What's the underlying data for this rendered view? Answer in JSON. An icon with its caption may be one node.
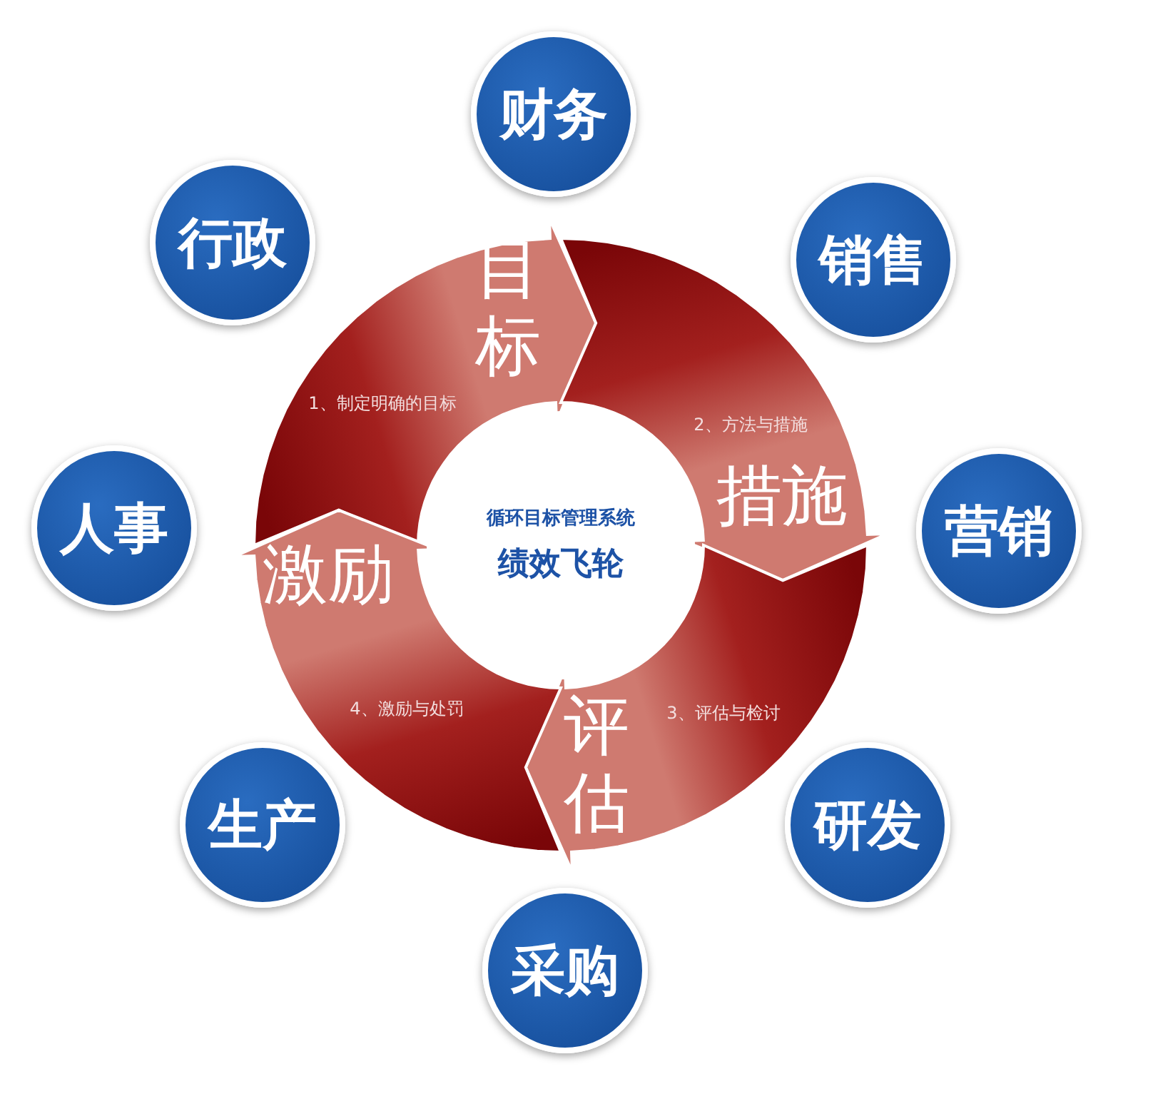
{
  "diagram": {
    "nodes": [
      {
        "text": [
          "循环目标管理系统",
          "绩效飞轮"
        ]
      },
      {
        "text": [
          "目标",
          "1、制定明确的目标"
        ]
      },
      {
        "text": [
          "2、方法与措施",
          "措施"
        ]
      },
      {
        "text": [
          "评估",
          "3、评估与检讨"
        ]
      },
      {
        "text": [
          "激励",
          "4、激励与处罚"
        ]
      },
      {
        "text": [
          "财务"
        ]
      },
      {
        "text": [
          "销售"
        ]
      },
      {
        "text": [
          "营销"
        ]
      },
      {
        "text": [
          "研发"
        ]
      },
      {
        "text": [
          "采购"
        ]
      },
      {
        "text": [
          "生产"
        ]
      },
      {
        "text": [
          "人事"
        ]
      },
      {
        "text": [
          "行政"
        ]
      }
    ]
  }
}
